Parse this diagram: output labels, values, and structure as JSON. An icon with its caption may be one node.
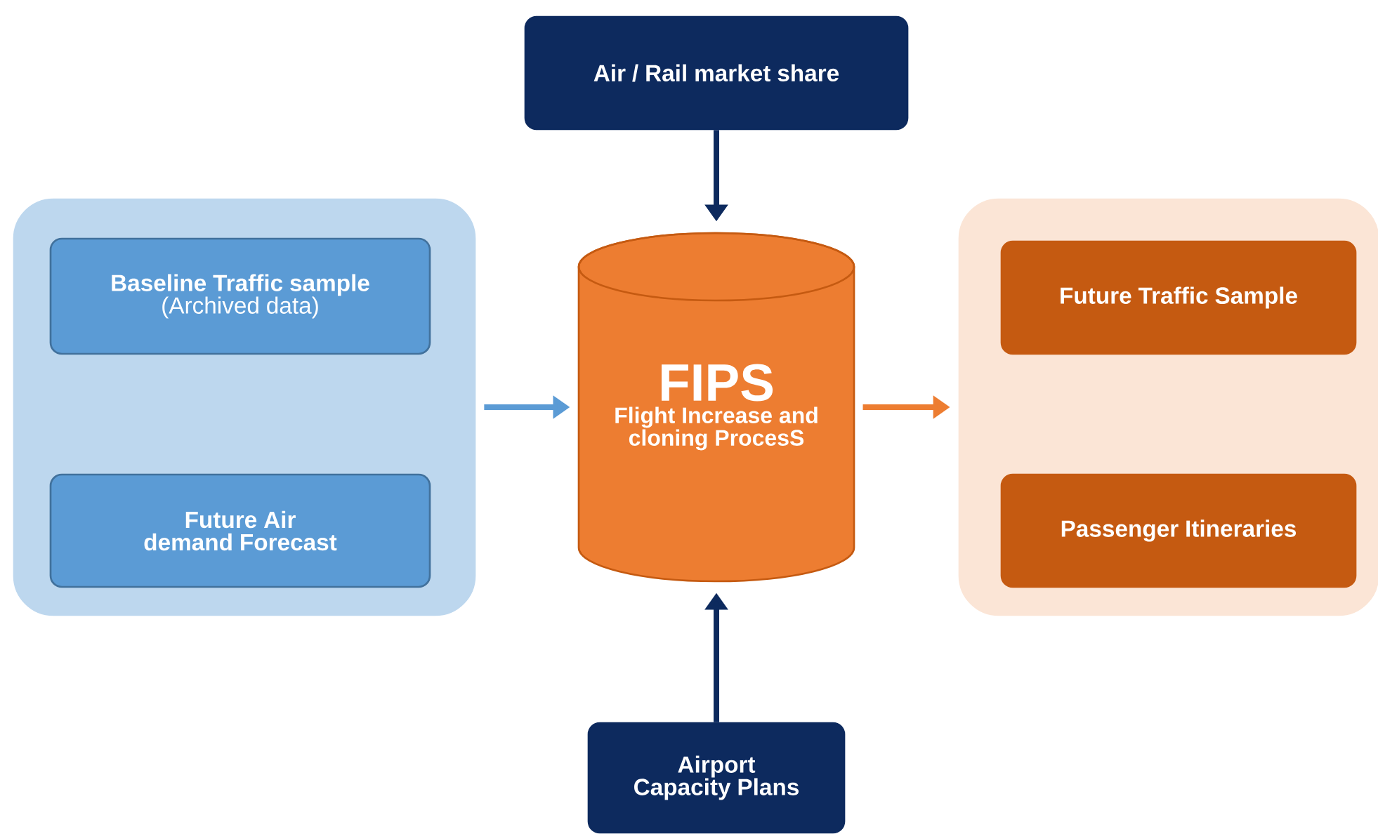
{
  "diagram": {
    "nodes": [
      {
        "text": [
          "Air / Rail market share"
        ]
      },
      {
        "text": [],
        "shape": "box"
      },
      {
        "text": [
          "Baseline Traffic sample",
          "(Archived data)"
        ],
        "in": 1
      },
      {
        "text": [
          "Future Air demand Forecast"
        ],
        "in": 1
      },
      {
        "text": [
          "FIPS",
          "Flight Increase and cloning ProcesS"
        ]
      },
      {
        "text": [],
        "shape": "box"
      },
      {
        "text": [
          "Future Traffic Sample"
        ],
        "in": 5
      },
      {
        "text": [
          "Passenger Itineraries"
        ],
        "in": 5
      },
      {
        "text": [
          "Airport Capacity Plans"
        ]
      }
    ],
    "edges": [
      {
        "from": 0,
        "to": 4,
        "arrow": "to"
      },
      {
        "from": 1,
        "to": 4,
        "arrow": "to",
        "color": "#5b9bd5"
      },
      {
        "from": 4,
        "to": 5,
        "arrow": "to",
        "color": "#ed7d31"
      },
      {
        "from": 8,
        "to": 4,
        "arrow": "to"
      }
    ]
  }
}
